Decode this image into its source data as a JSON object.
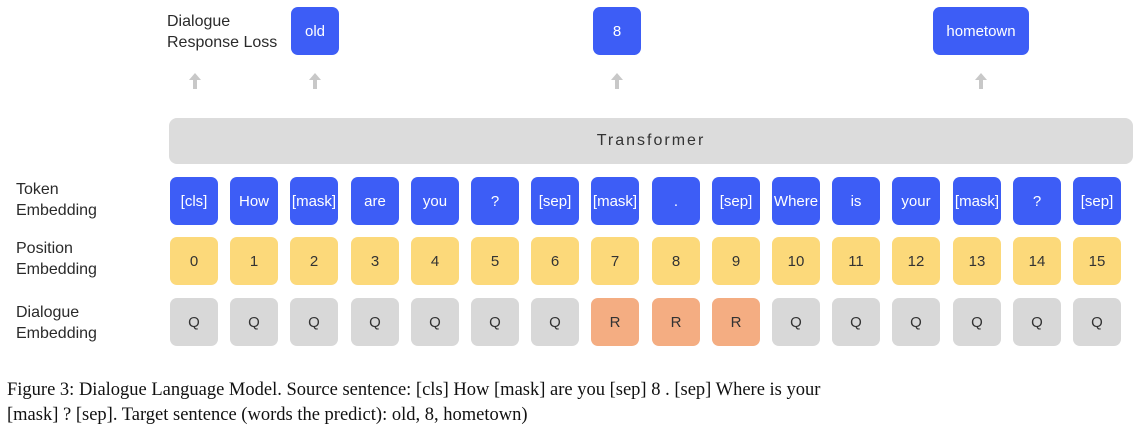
{
  "top": {
    "loss_label_line1": "Dialogue",
    "loss_label_line2": "Response Loss",
    "outputs": [
      "old",
      "8",
      "hometown"
    ]
  },
  "transformer_label": "Transformer",
  "rows": {
    "token_label": [
      "Token",
      "Embedding"
    ],
    "position_label": [
      "Position",
      "Embedding"
    ],
    "dialogue_label": [
      "Dialogue",
      "Embedding"
    ]
  },
  "tokens": [
    "[cls]",
    "How",
    "[mask]",
    "are",
    "you",
    "?",
    "[sep]",
    "[mask]",
    ".",
    "[sep]",
    "Where",
    "is",
    "your",
    "[mask]",
    "?",
    "[sep]"
  ],
  "positions": [
    "0",
    "1",
    "2",
    "3",
    "4",
    "5",
    "6",
    "7",
    "8",
    "9",
    "10",
    "11",
    "12",
    "13",
    "14",
    "15"
  ],
  "dialogue": [
    "Q",
    "Q",
    "Q",
    "Q",
    "Q",
    "Q",
    "Q",
    "R",
    "R",
    "R",
    "Q",
    "Q",
    "Q",
    "Q",
    "Q",
    "Q"
  ],
  "colors": {
    "token": "#3d5df6",
    "position": "#fcd97a",
    "query": "#d8d8d8",
    "response": "#f4ad82",
    "transformer": "#dcdcdc"
  },
  "caption": {
    "line1": "Figure 3: Dialogue Language Model. Source sentence: [cls] How [mask] are you  [sep] 8 . [sep] Where is your",
    "line2": "[mask] ? [sep]. Target sentence (words the predict): old, 8, hometown)"
  }
}
